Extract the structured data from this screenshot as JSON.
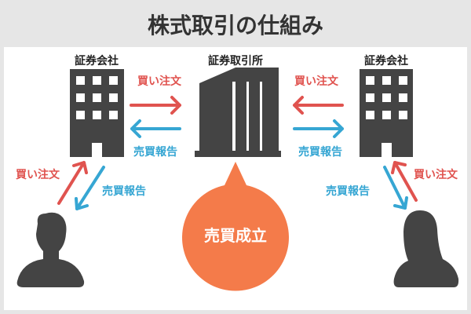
{
  "title": "株式取引の仕組み",
  "labels": {
    "broker_left": "証券会社",
    "exchange": "証券取引所",
    "broker_right": "証券会社",
    "buy_order": "買い注文",
    "trade_report": "売買報告",
    "trade_executed": "売買成立"
  },
  "colors": {
    "buy": "#e0534f",
    "report": "#36a6d3",
    "bubble": "#f47b4a",
    "dark": "#444444"
  }
}
